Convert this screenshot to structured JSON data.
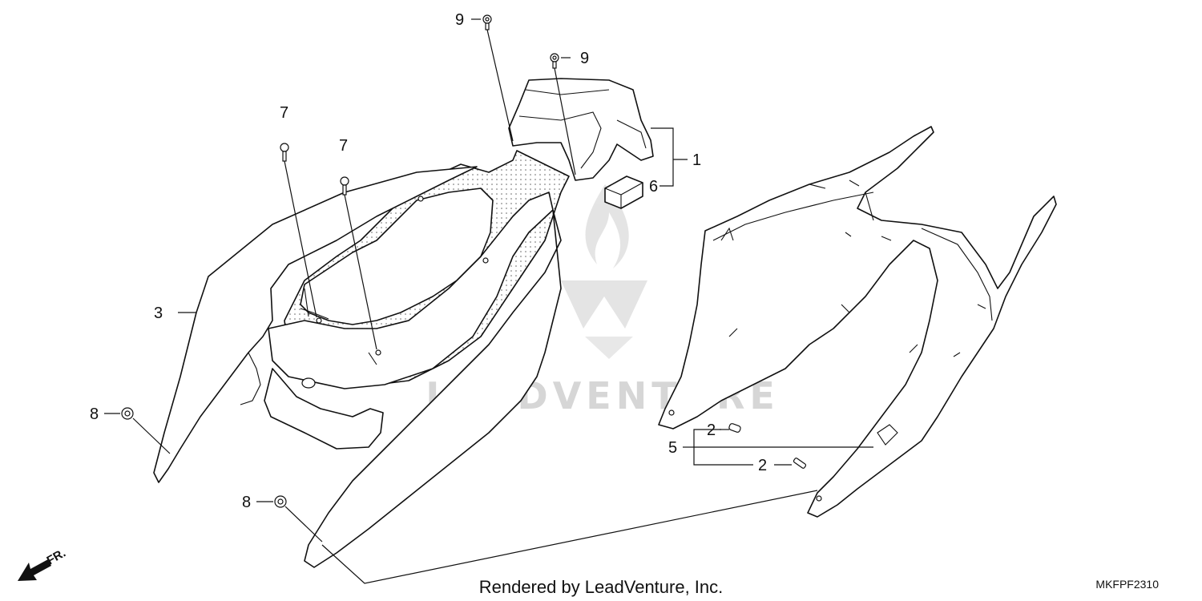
{
  "diagram": {
    "callouts": {
      "c1": "1",
      "c2a": "2",
      "c2b": "2",
      "c3": "3",
      "c5": "5",
      "c6": "6",
      "c7a": "7",
      "c7b": "7",
      "c8a": "8",
      "c8b": "8",
      "c9a": "9",
      "c9b": "9"
    },
    "direction_label": "FR.",
    "watermark": "LEADVENTURE",
    "footer_text": "Rendered by LeadVenture, Inc.",
    "diagram_code": "MKFPF2310"
  }
}
